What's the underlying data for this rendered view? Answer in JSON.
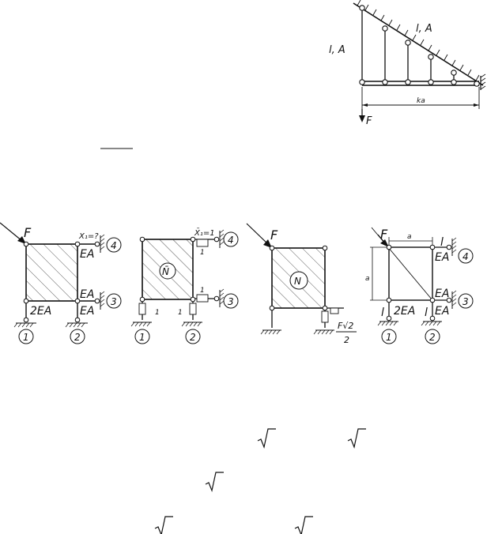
{
  "top_right": {
    "label_left": "l, A",
    "label_top": "l, A",
    "label_base": "ka",
    "label_force": "F"
  },
  "fig1": {
    "force": "F",
    "x_label": "X₁=?",
    "bars": [
      "EA",
      "EA",
      "EA",
      "2EA"
    ],
    "nodes": [
      "4",
      "3",
      "1",
      "2"
    ]
  },
  "fig2": {
    "x_label": "X̄₁=1",
    "n_label": "N̄",
    "unit_labels": [
      "1",
      "1",
      "1",
      "1"
    ],
    "nodes": [
      "4",
      "3",
      "1",
      "2"
    ]
  },
  "fig3": {
    "force": "F",
    "n_label": "N",
    "reaction": "F√2",
    "reaction_den": "2"
  },
  "fig4": {
    "force": "F",
    "dim_top": "a",
    "dim_left": "a",
    "bars": [
      "EA",
      "EA",
      "EA",
      "2EA"
    ],
    "lengths": [
      "l",
      "l",
      "l"
    ],
    "nodes": [
      "4",
      "3",
      "1",
      "2"
    ]
  }
}
